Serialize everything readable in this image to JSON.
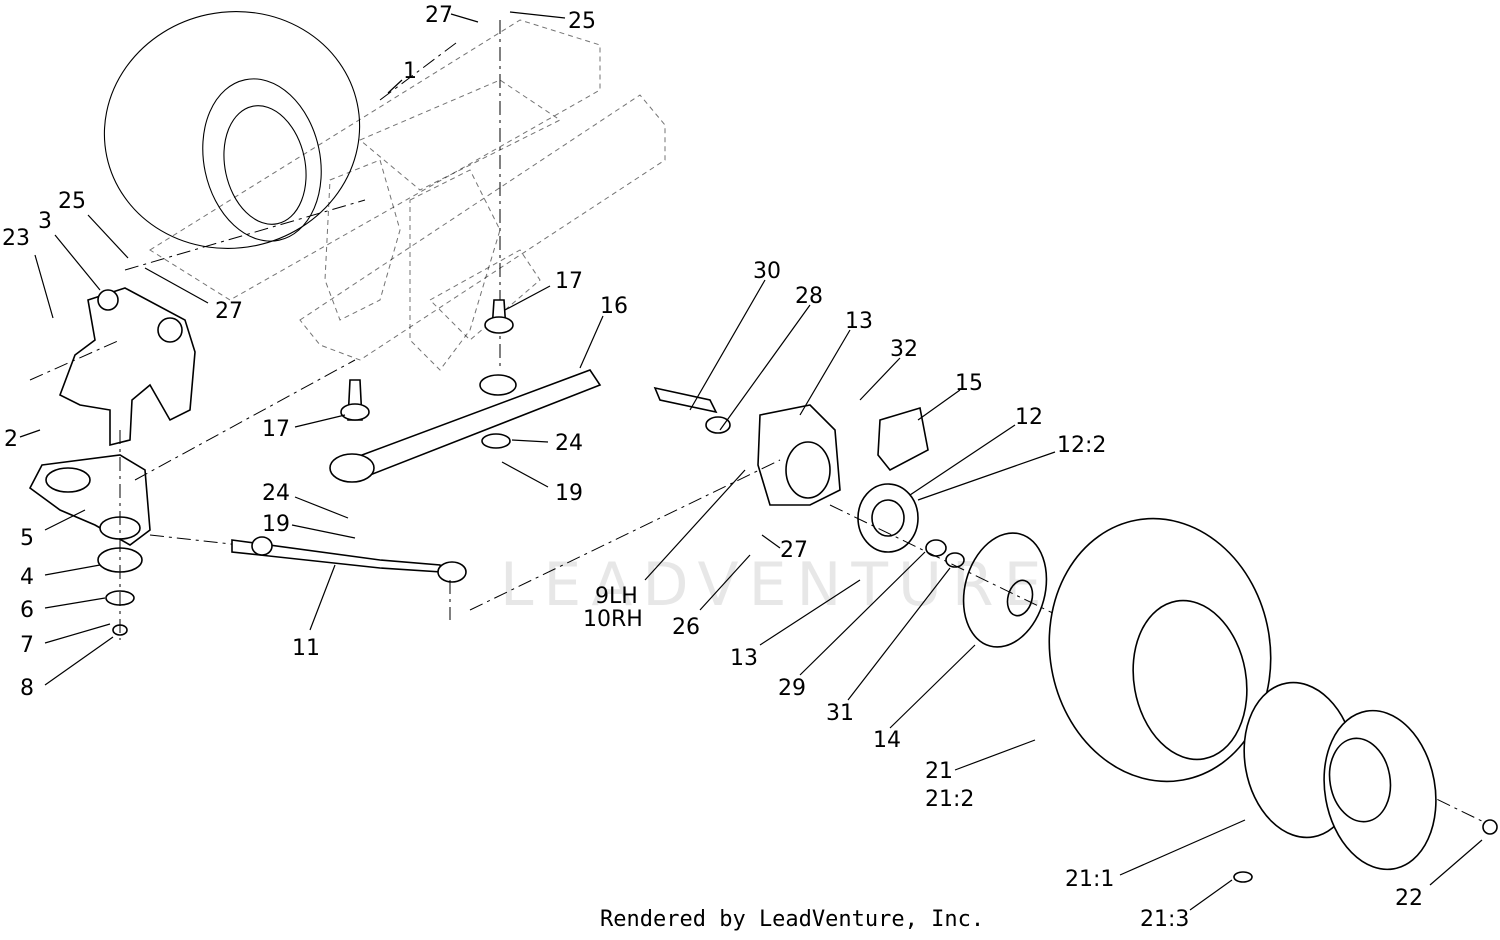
{
  "watermark": "LEADVENTURE",
  "footer": "Rendered by LeadVenture, Inc.",
  "callouts": [
    {
      "id": "c1",
      "text": "1"
    },
    {
      "id": "c2",
      "text": "2"
    },
    {
      "id": "c3",
      "text": "3"
    },
    {
      "id": "c4",
      "text": "4"
    },
    {
      "id": "c5",
      "text": "5"
    },
    {
      "id": "c6",
      "text": "6"
    },
    {
      "id": "c7",
      "text": "7"
    },
    {
      "id": "c8",
      "text": "8"
    },
    {
      "id": "c9",
      "text": "9LH"
    },
    {
      "id": "c10",
      "text": "10RH"
    },
    {
      "id": "c11",
      "text": "11"
    },
    {
      "id": "c12",
      "text": "12"
    },
    {
      "id": "c12b",
      "text": "12:2"
    },
    {
      "id": "c13a",
      "text": "13"
    },
    {
      "id": "c13b",
      "text": "13"
    },
    {
      "id": "c14",
      "text": "14"
    },
    {
      "id": "c15",
      "text": "15"
    },
    {
      "id": "c16",
      "text": "16"
    },
    {
      "id": "c17a",
      "text": "17"
    },
    {
      "id": "c17b",
      "text": "17"
    },
    {
      "id": "c19a",
      "text": "19"
    },
    {
      "id": "c19b",
      "text": "19"
    },
    {
      "id": "c21",
      "text": "21"
    },
    {
      "id": "c21b",
      "text": "21:2"
    },
    {
      "id": "c21a",
      "text": "21:1"
    },
    {
      "id": "c21c",
      "text": "21:3"
    },
    {
      "id": "c22",
      "text": "22"
    },
    {
      "id": "c23",
      "text": "23"
    },
    {
      "id": "c24a",
      "text": "24"
    },
    {
      "id": "c24b",
      "text": "24"
    },
    {
      "id": "c25a",
      "text": "25"
    },
    {
      "id": "c25b",
      "text": "25"
    },
    {
      "id": "c26",
      "text": "26"
    },
    {
      "id": "c27a",
      "text": "27"
    },
    {
      "id": "c27b",
      "text": "27"
    },
    {
      "id": "c27c",
      "text": "27"
    },
    {
      "id": "c28",
      "text": "28"
    },
    {
      "id": "c29",
      "text": "29"
    },
    {
      "id": "c30",
      "text": "30"
    },
    {
      "id": "c31",
      "text": "31"
    },
    {
      "id": "c32",
      "text": "32"
    }
  ]
}
